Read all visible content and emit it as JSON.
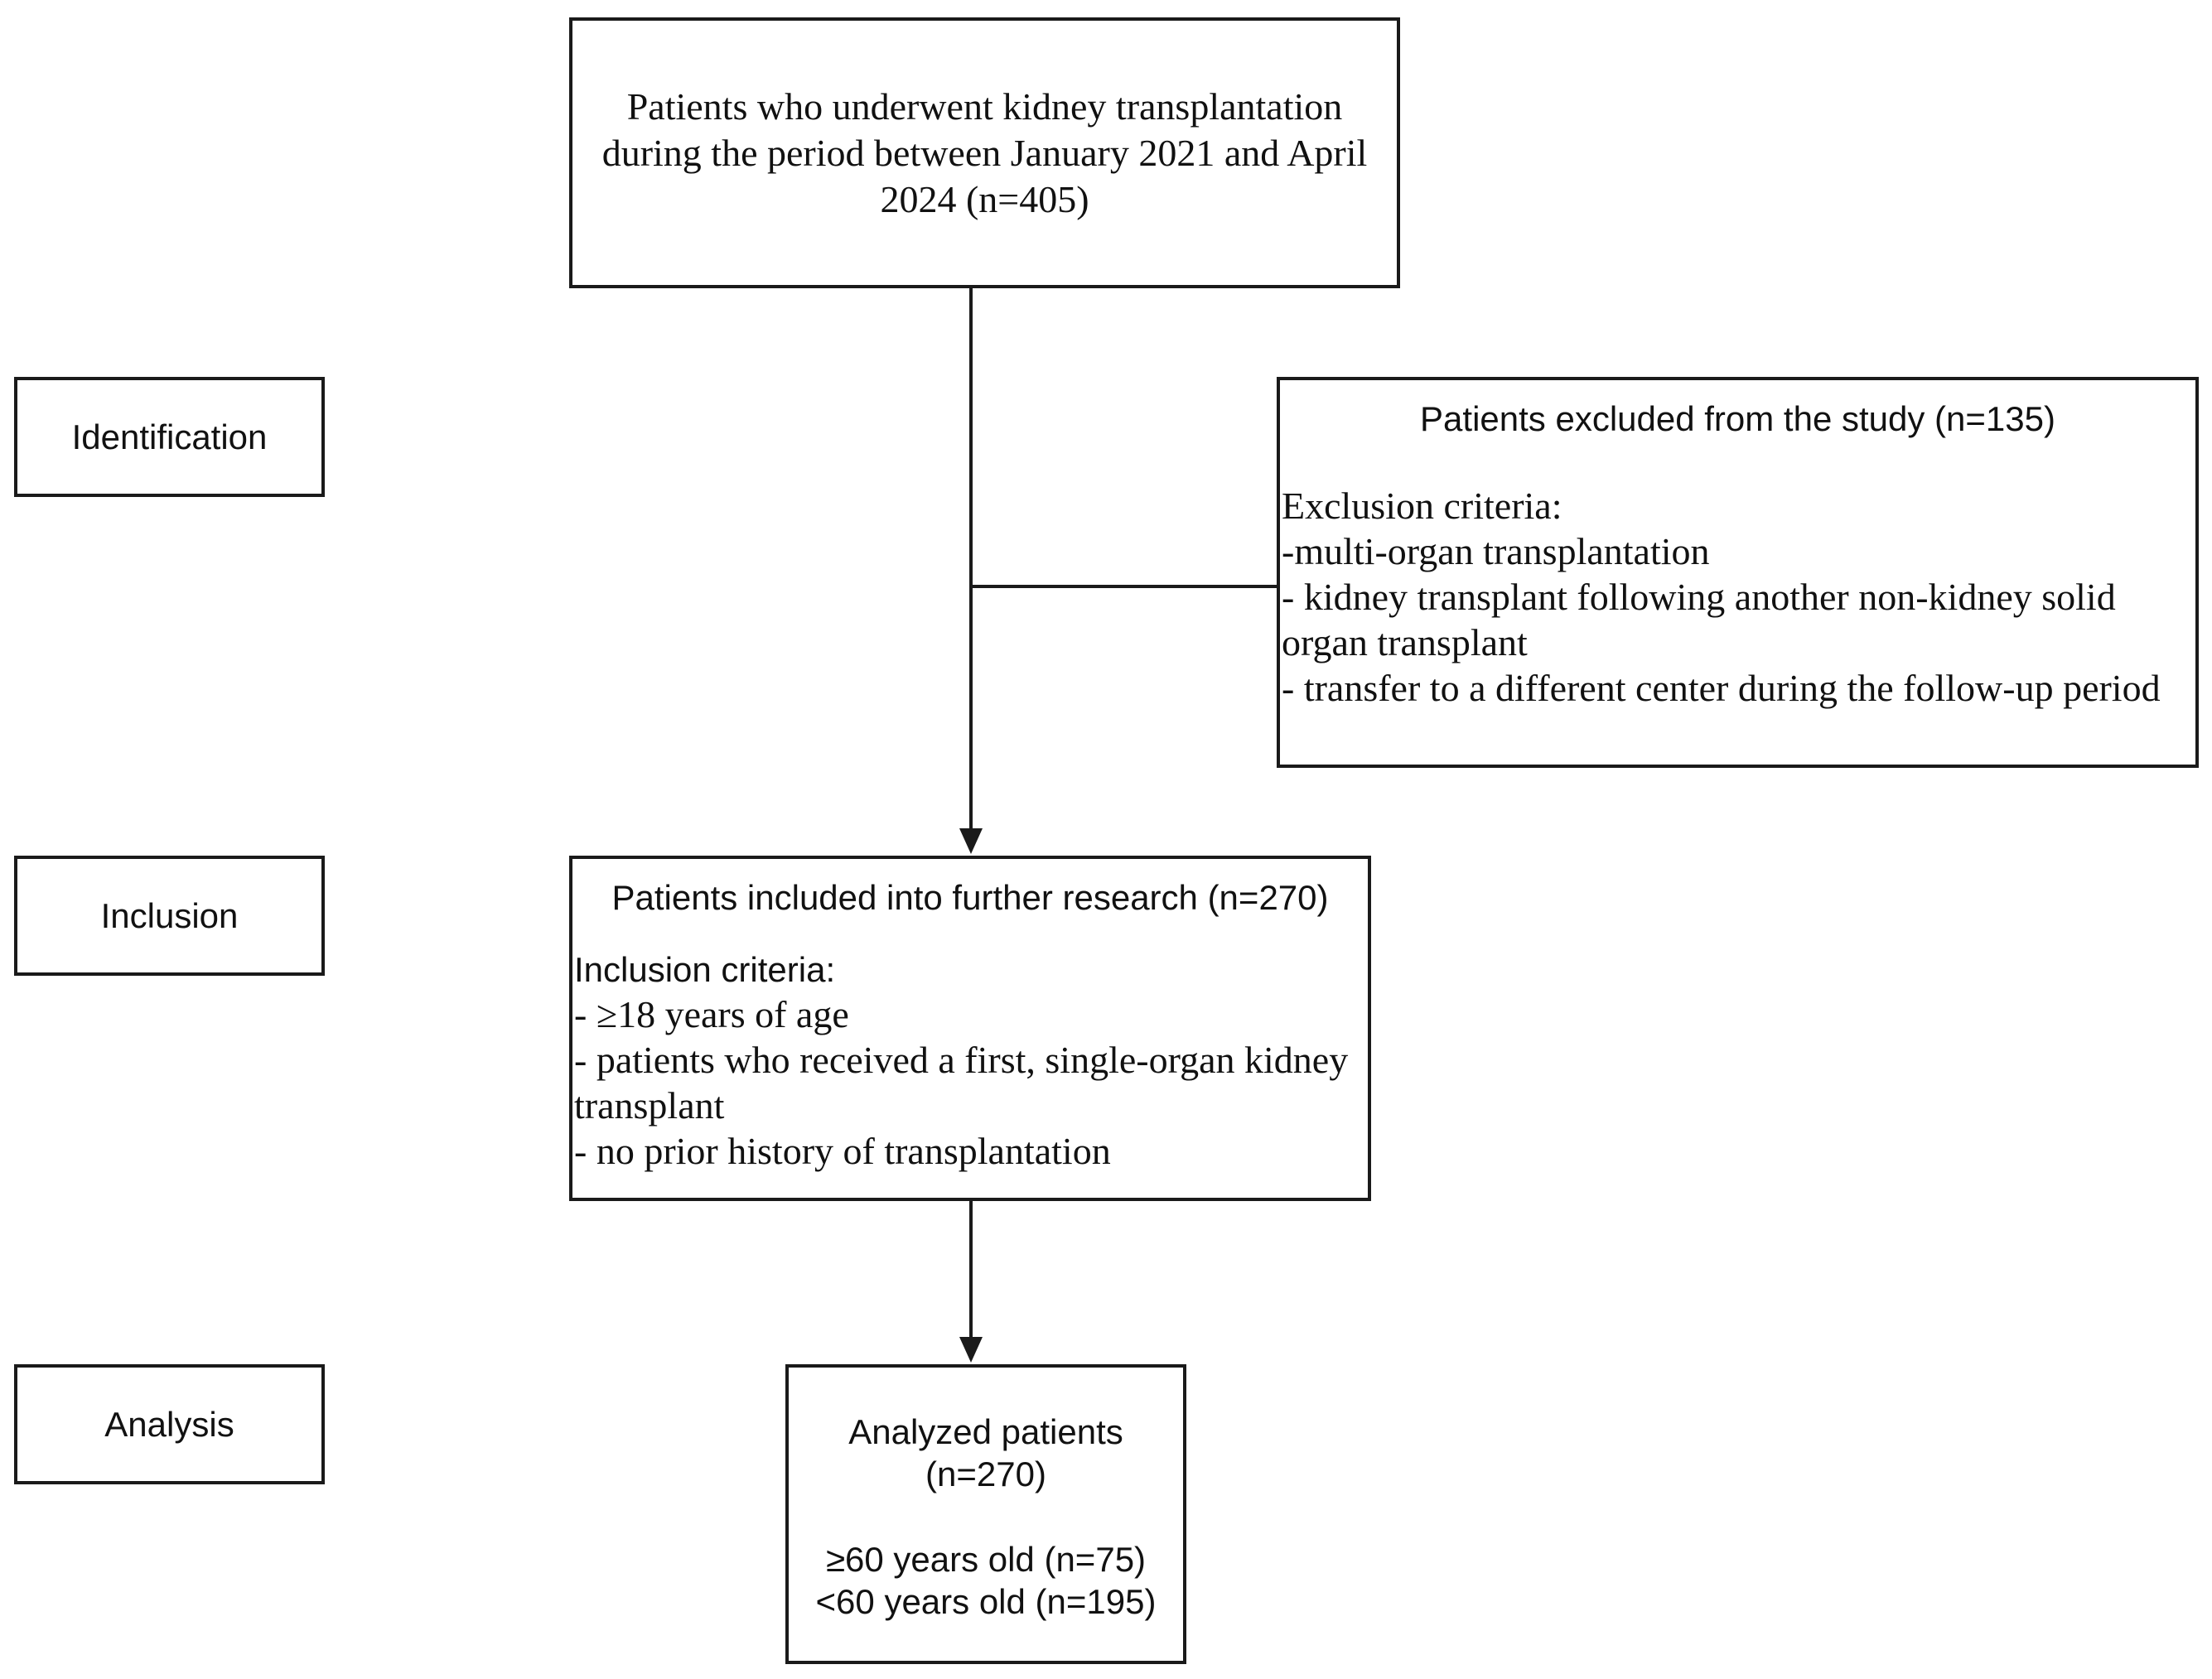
{
  "stages": {
    "identification": "Identification",
    "inclusion": "Inclusion",
    "analysis": "Analysis"
  },
  "top_box": {
    "text": "Patients who underwent kidney transplantation during the period between January 2021 and April 2024 (n=405)"
  },
  "excluded_box": {
    "heading": "Patients excluded from the study (n=135)",
    "criteria_title": "Exclusion criteria:",
    "criteria": [
      "-multi-organ transplantation",
      "- kidney transplant following another non-kidney solid organ transplant",
      "- transfer to a different center during the follow-up period"
    ]
  },
  "included_box": {
    "heading": "Patients included into further research (n=270)",
    "criteria_title": "Inclusion criteria:",
    "criteria": [
      "-  ≥18 years of age",
      "- patients who received a first, single-organ kidney transplant",
      "- no prior history of transplantation"
    ]
  },
  "analysis_box": {
    "title": "Analyzed patients",
    "count": "(n=270)",
    "groups": [
      "≥60 years old (n=75)",
      "<60 years old (n=195)"
    ]
  }
}
